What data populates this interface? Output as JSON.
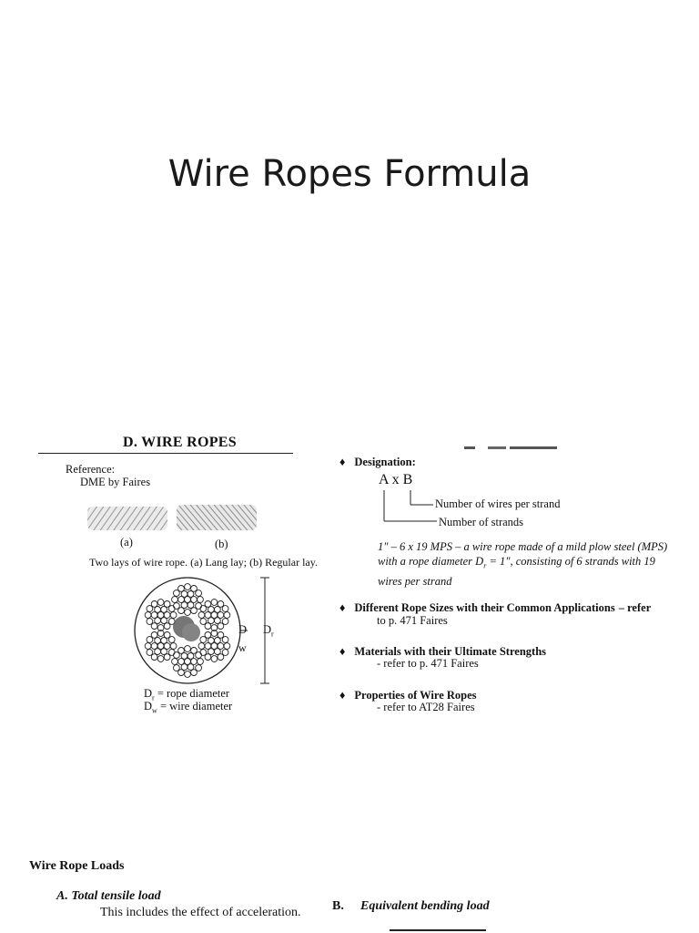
{
  "title": "Wire Ropes  Formula",
  "section": {
    "heading": "D. WIRE ROPES",
    "reference_label": "Reference:",
    "reference_value": "DME by Faires",
    "fig_a": "(a)",
    "fig_b": "(b)",
    "lay_caption": "Two lays of wire rope.  (a) Lang lay;  (b) Regular lay.",
    "dim_d": "D",
    "dim_w": "w",
    "dim_dr": "D",
    "dim_dr_sub": "r",
    "legend_dr": "= rope diameter",
    "legend_dw": "= wire diameter",
    "legend_sub_r": "r",
    "legend_sub_w": "w",
    "legend_d": "D"
  },
  "right": {
    "designation_label": "Designation:",
    "formula": "A x B",
    "wires_label": "Number of wires per strand",
    "strands_label": "Number of strands",
    "example": "1\" – 6 x 19 MPS – a wire rope made of a mild plow steel (MPS) with a rope diameter D",
    "example_sub": "r",
    "example_tail": " = 1\", consisting of 6 strands with 19 wires per strand",
    "bullet_sizes": "Different Rope Sizes with their Common Applications",
    "bullet_sizes_ref": "– refer",
    "bullet_sizes_ref2": "to p. 471 Faires",
    "bullet_materials": "Materials with their Ultimate Strengths",
    "bullet_materials_ref": "- refer to p. 471 Faires",
    "bullet_props": "Properties of Wire Ropes",
    "bullet_props_ref": "- refer to AT28 Faires"
  },
  "loads": {
    "heading": "Wire Rope Loads",
    "a_label": "A. Total tensile load",
    "a_text": "This includes the effect of acceleration.",
    "b_letter": "B.",
    "b_label": "Equivalent bending load"
  }
}
